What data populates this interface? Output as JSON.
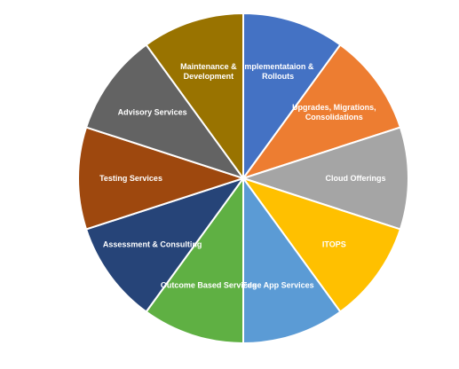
{
  "chart_data": {
    "type": "pie",
    "title": "",
    "legend": "none",
    "slices": [
      {
        "label": [
          "Implementataion &",
          "Rollouts"
        ],
        "value": 10,
        "color": "#4472C4"
      },
      {
        "label": [
          "Upgrades, Migrations,",
          "Consolidations"
        ],
        "value": 10,
        "color": "#ED7D31"
      },
      {
        "label": [
          "Cloud Offerings"
        ],
        "value": 10,
        "color": "#A5A5A5"
      },
      {
        "label": [
          "ITOPS"
        ],
        "value": 10,
        "color": "#FFC000"
      },
      {
        "label": [
          "Edge App Services"
        ],
        "value": 10,
        "color": "#5B9BD5"
      },
      {
        "label": [
          "Outcome Based Services"
        ],
        "value": 10,
        "color": "#5FB043"
      },
      {
        "label": [
          "Assessment & Consulting"
        ],
        "value": 10,
        "color": "#264478"
      },
      {
        "label": [
          "Testing Services"
        ],
        "value": 10,
        "color": "#9E480E"
      },
      {
        "label": [
          "Advisory Services"
        ],
        "value": 10,
        "color": "#636363"
      },
      {
        "label": [
          "Maintenance &",
          "Development"
        ],
        "value": 10,
        "color": "#997300"
      }
    ]
  }
}
